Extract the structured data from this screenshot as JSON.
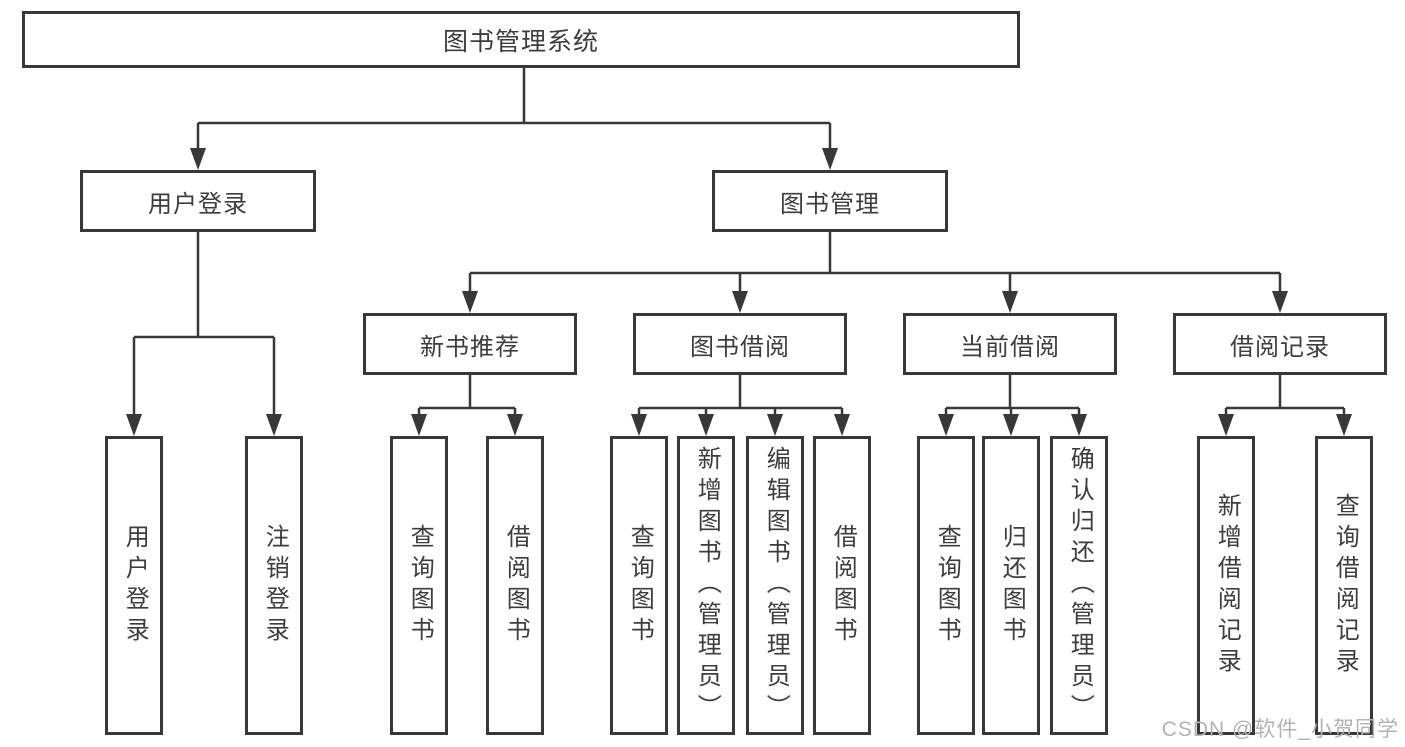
{
  "diagram": {
    "root": {
      "label": "图书管理系统"
    },
    "branches": [
      {
        "label": "用户登录",
        "children": [
          {
            "label": "用户登录"
          },
          {
            "label": "注销登录"
          }
        ]
      },
      {
        "label": "图书管理",
        "groups": [
          {
            "label": "新书推荐",
            "children": [
              {
                "label": "查询图书"
              },
              {
                "label": "借阅图书"
              }
            ]
          },
          {
            "label": "图书借阅",
            "children": [
              {
                "label": "查询图书"
              },
              {
                "label": "新增图书（管理员）"
              },
              {
                "label": "编辑图书（管理员）"
              },
              {
                "label": "借阅图书"
              }
            ]
          },
          {
            "label": "当前借阅",
            "children": [
              {
                "label": "查询图书"
              },
              {
                "label": "归还图书"
              },
              {
                "label": "确认归还（管理员）"
              }
            ]
          },
          {
            "label": "借阅记录",
            "children": [
              {
                "label": "新增借阅记录"
              },
              {
                "label": "查询借阅记录"
              }
            ]
          }
        ]
      }
    ]
  },
  "watermark": {
    "text": "CSDN @软件_小贺同学"
  },
  "colors": {
    "line": "#383838",
    "text": "#3d3d3d",
    "watermark": "#b3b3b3",
    "background": "#ffffff"
  }
}
